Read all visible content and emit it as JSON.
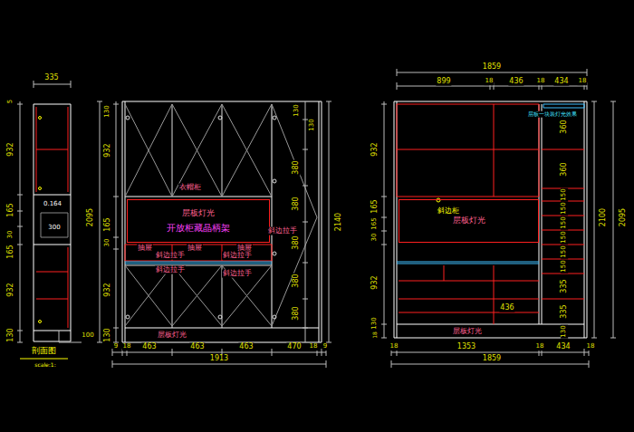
{
  "diagram": {
    "nodes": [
      {
        "text": [
          "层板灯光",
          "开放柜藏晶柄架"
        ]
      },
      {
        "text": [
          "层板灯光"
        ]
      }
    ],
    "labels": [
      "335",
      "5",
      "932",
      "165",
      "30",
      "165",
      "932",
      "130",
      "0.164",
      "300",
      "100",
      "剖面图",
      "scale:1:",
      "衣帽柜",
      "抽屉",
      "抽屉",
      "抽屉",
      "斜边拉手",
      "斜边拉手",
      "斜边拉手",
      "斜边拉手",
      "斜边拉手",
      "层板灯光",
      "130",
      "932",
      "2095",
      "30",
      "165",
      "932",
      "130",
      "130",
      "130",
      "380",
      "380",
      "380",
      "380",
      "380",
      "2140",
      "9",
      "18",
      "463",
      "463",
      "463",
      "470",
      "18",
      "9",
      "1913",
      "1859",
      "899",
      "18",
      "436",
      "18",
      "434",
      "18",
      "层板一块装灯光效果",
      "斜边柜",
      "436",
      "层板灯光",
      "360",
      "360",
      "150",
      "150",
      "150",
      "150",
      "150",
      "150",
      "335",
      "335",
      "130",
      "2100",
      "2095",
      "932",
      "165",
      "165",
      "30",
      "932",
      "130",
      "18",
      "18",
      "1353",
      "18",
      "434",
      "18",
      "1859"
    ]
  }
}
